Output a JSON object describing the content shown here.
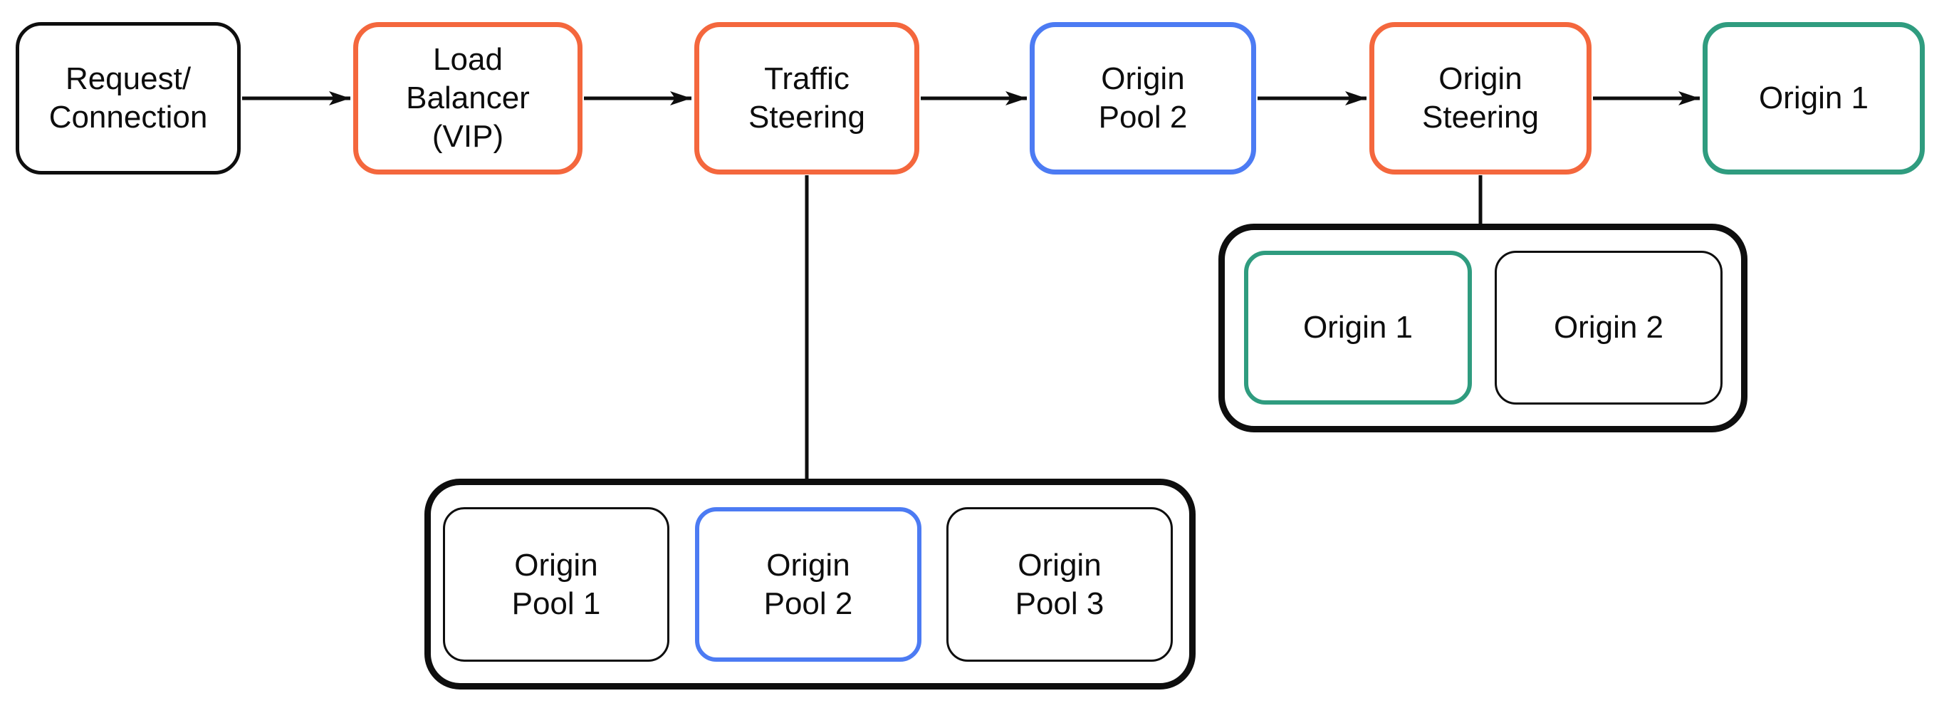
{
  "colors": {
    "orange": "#F4673D",
    "blue": "#4C7BF3",
    "green": "#2F9C7F",
    "black": "#0E0E0E",
    "text": "#0D0D0D",
    "background": "#FFFFFF"
  },
  "flow": {
    "nodes": [
      {
        "id": "request-connection",
        "label": "Request/\nConnection",
        "border_color": "black"
      },
      {
        "id": "load-balancer-vip",
        "label": "Load\nBalancer\n(VIP)",
        "border_color": "orange"
      },
      {
        "id": "traffic-steering",
        "label": "Traffic\nSteering",
        "border_color": "orange"
      },
      {
        "id": "origin-pool-2",
        "label": "Origin\nPool 2",
        "border_color": "blue"
      },
      {
        "id": "origin-steering",
        "label": "Origin\nSteering",
        "border_color": "orange"
      },
      {
        "id": "origin-1",
        "label": "Origin 1",
        "border_color": "green"
      }
    ],
    "connections": [
      [
        "request-connection",
        "load-balancer-vip"
      ],
      [
        "load-balancer-vip",
        "traffic-steering"
      ],
      [
        "traffic-steering",
        "origin-pool-2"
      ],
      [
        "origin-pool-2",
        "origin-steering"
      ],
      [
        "origin-steering",
        "origin-1"
      ]
    ]
  },
  "pools_group": {
    "attached_to": "traffic-steering",
    "items": [
      {
        "label": "Origin\nPool 1",
        "border_color": "black"
      },
      {
        "label": "Origin\nPool 2",
        "border_color": "blue"
      },
      {
        "label": "Origin\nPool 3",
        "border_color": "black"
      }
    ]
  },
  "origins_group": {
    "attached_to": "origin-steering",
    "items": [
      {
        "label": "Origin 1",
        "border_color": "green"
      },
      {
        "label": "Origin 2",
        "border_color": "black"
      }
    ]
  }
}
